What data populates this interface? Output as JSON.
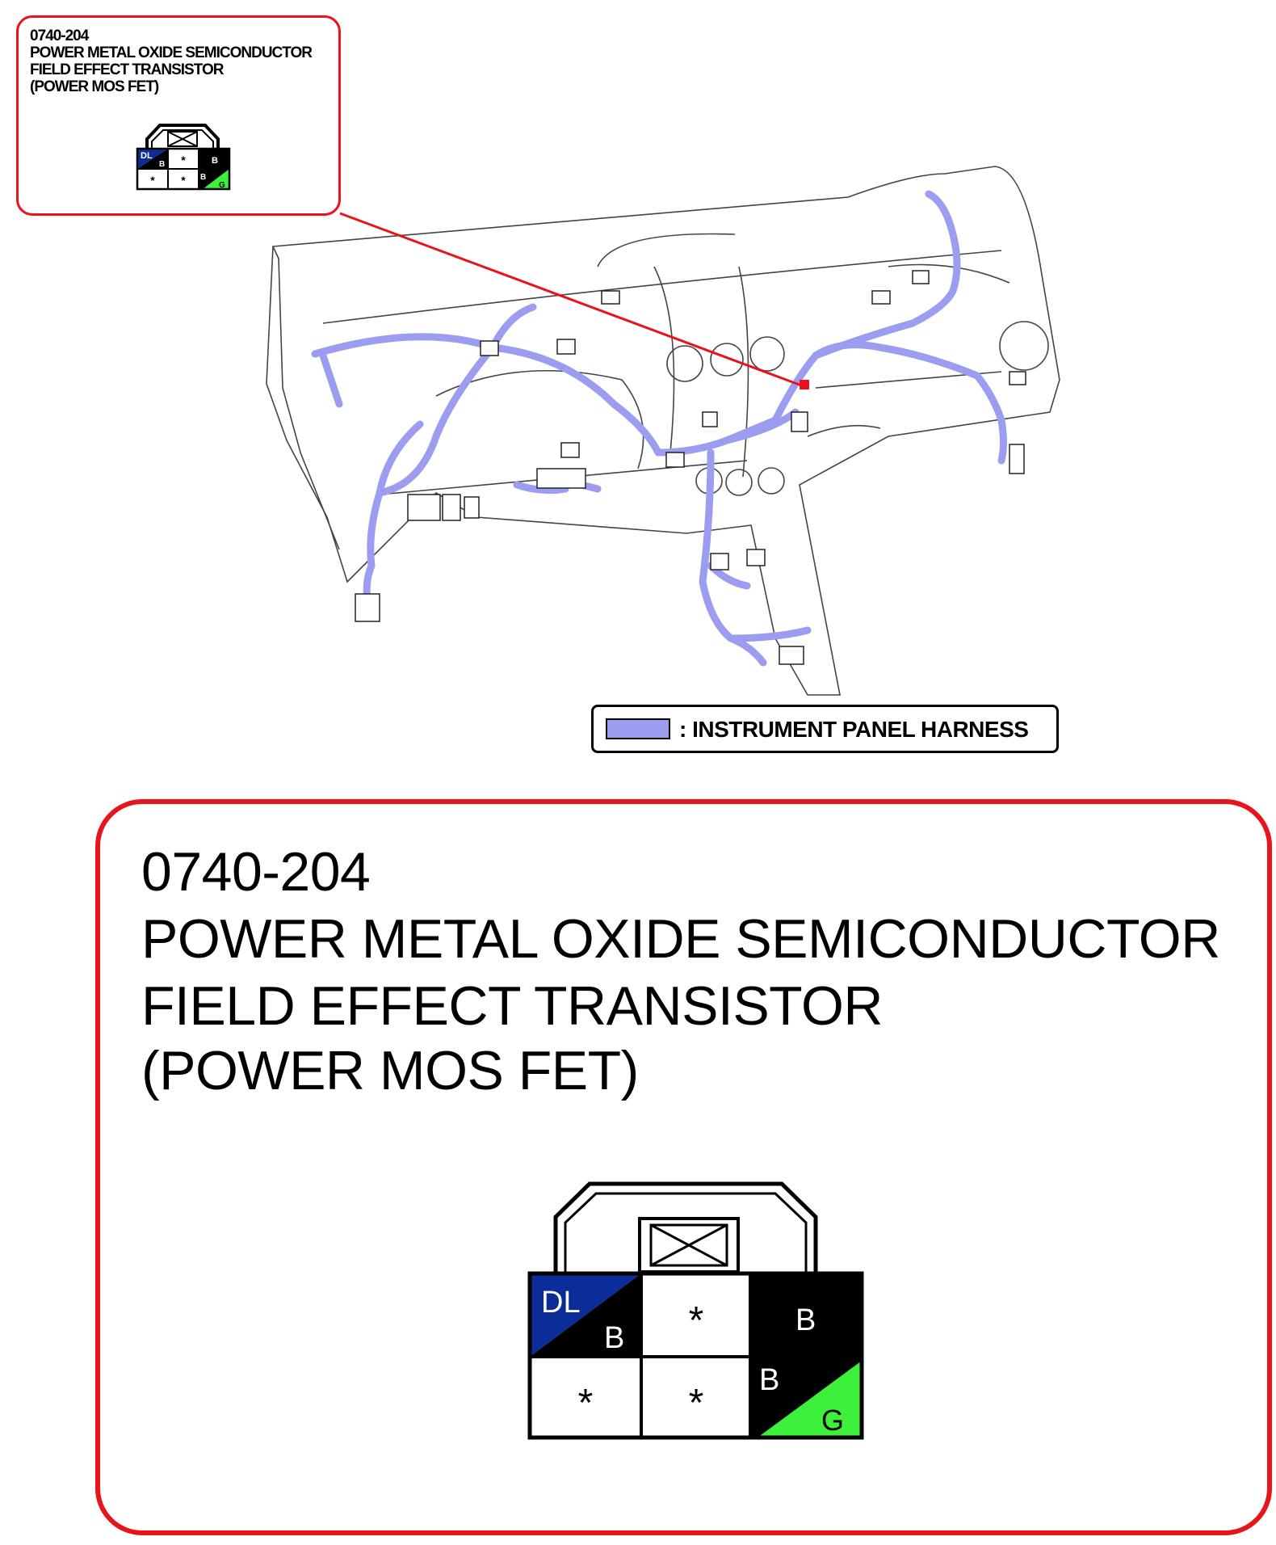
{
  "connector": {
    "code": "0740-204",
    "name_line1": "POWER METAL OXIDE SEMICONDUCTOR",
    "name_line2": "FIELD EFFECT TRANSISTOR",
    "name_line3": "(POWER MOS FET)"
  },
  "terminals": {
    "t1_top": "DL",
    "t1_bottom": "B",
    "t2": "*",
    "t3": "B",
    "t4": "*",
    "t5": "*",
    "t6_top": "B",
    "t6_bottom": "G"
  },
  "legend": {
    "label": ": INSTRUMENT PANEL HARNESS",
    "swatch_color": "#9c9cf0"
  },
  "colors": {
    "callout_border": "#e8141b",
    "harness": "#9c9cf0",
    "wire_dl": "#0a2d99",
    "wire_b": "#000000",
    "wire_g": "#3cf03c",
    "leader_line": "#e8141b"
  }
}
